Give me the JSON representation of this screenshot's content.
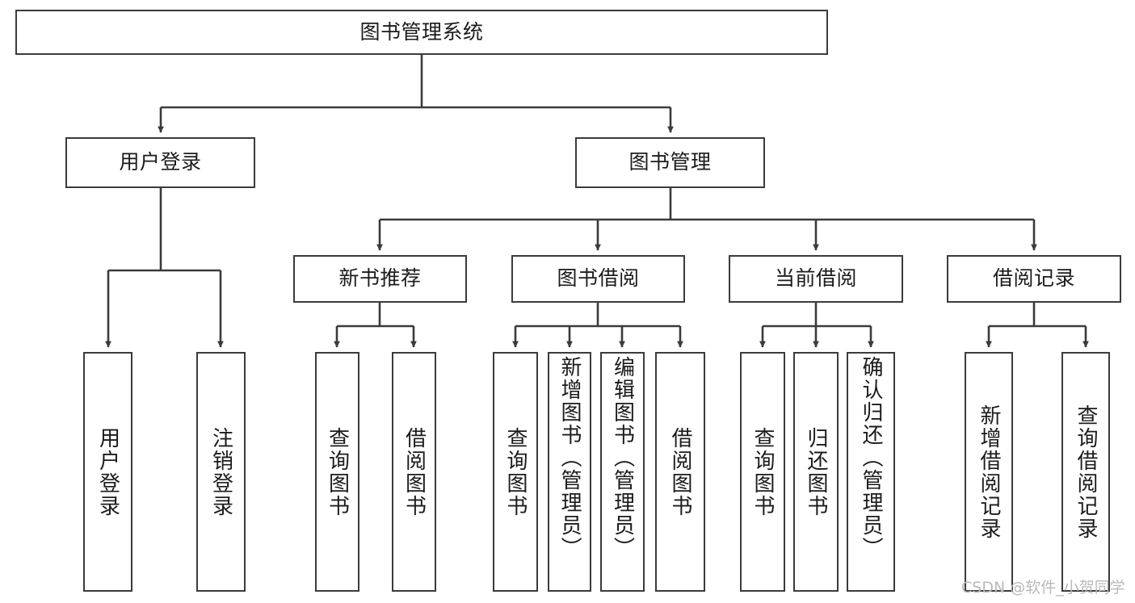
{
  "diagram": {
    "type": "tree",
    "title": "图书管理系统",
    "orientation": "top-down",
    "colors": {
      "box_border": "#3b3b3b",
      "box_fill": "#ffffff",
      "edge": "#3b3b3b",
      "text": "#1b1b1b",
      "watermark": "#b9b9b9",
      "background": "#ffffff"
    },
    "root": {
      "label": "图书管理系统"
    },
    "level2": [
      {
        "label": "用户登录"
      },
      {
        "label": "图书管理"
      }
    ],
    "level3": [
      {
        "label": "新书推荐"
      },
      {
        "label": "图书借阅"
      },
      {
        "label": "当前借阅"
      },
      {
        "label": "借阅记录"
      }
    ],
    "leaves": {
      "user_login": [
        {
          "label": "用户登录"
        },
        {
          "label": "注销登录"
        }
      ],
      "new_book_recommend": [
        {
          "label": "查询图书"
        },
        {
          "label": "借阅图书"
        }
      ],
      "book_borrow": [
        {
          "label": "查询图书"
        },
        {
          "label": "新增图书（管理员）"
        },
        {
          "label": "编辑图书（管理员）"
        },
        {
          "label": "借阅图书"
        }
      ],
      "current_borrow": [
        {
          "label": "查询图书"
        },
        {
          "label": "归还图书"
        },
        {
          "label": "确认归还（管理员）"
        }
      ],
      "borrow_record": [
        {
          "label": "新增借阅记录"
        },
        {
          "label": "查询借阅记录"
        }
      ]
    }
  },
  "watermark": {
    "text": "CSDN @软件_小贺同学"
  }
}
